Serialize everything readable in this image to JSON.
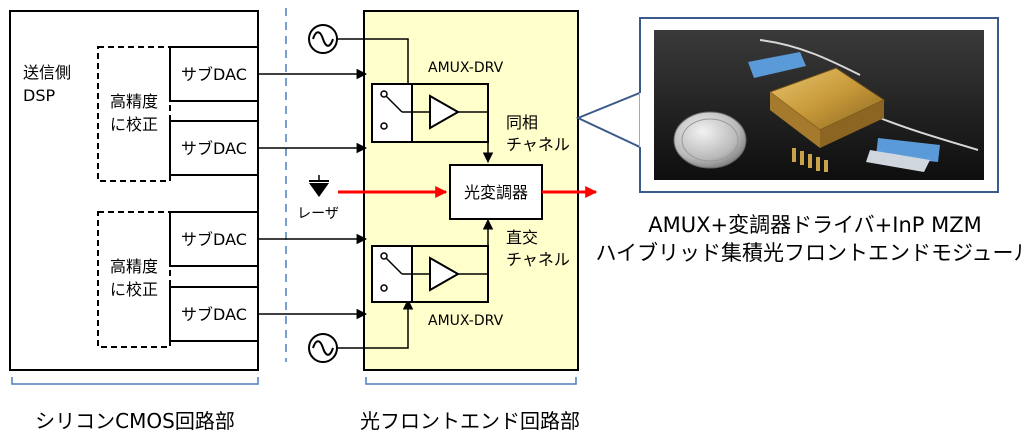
{
  "silicon": {
    "dsp_line1": "送信側",
    "dsp_line2": "DSP",
    "calib_line1": "高精度",
    "calib_line2": "に校正",
    "dac_label": "サブDAC",
    "caption": "シリコンCMOS回路部"
  },
  "optical": {
    "amux_label": "AMUX-DRV",
    "inphase_line1": "同相",
    "inphase_line2": "チャネル",
    "quad_line1": "直交",
    "quad_line2": "チャネル",
    "modulator_label": "光変調器",
    "laser_label": "レーザ",
    "caption": "光フロントエンド回路部"
  },
  "module": {
    "caption_line1": "AMUX+変調器ドライバ+InP MZM",
    "caption_line2": "ハイブリッド集積光フロントエンドモジュール"
  },
  "colors": {
    "frontend_fill": "#ffffcc",
    "optical_beam": "#ff0000",
    "divider": "#4a7ebb",
    "callout": "#3b5a8a",
    "photo_bg": "#1b1b1b"
  }
}
